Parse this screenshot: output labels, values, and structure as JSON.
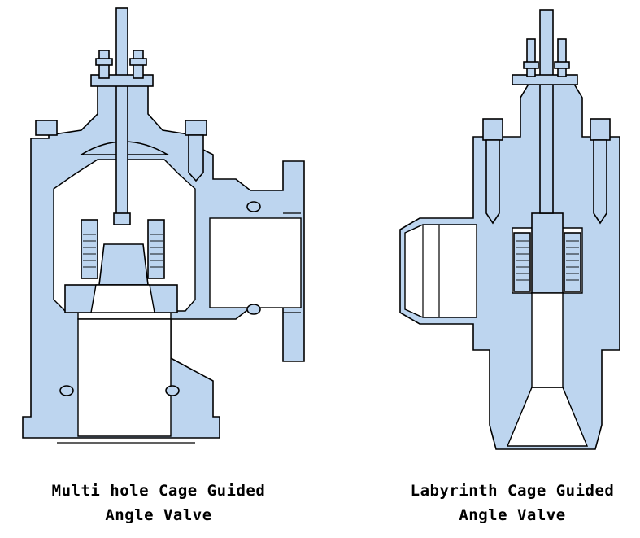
{
  "colors": {
    "body": "#bdd5ef",
    "outline": "#000000",
    "bore": "#ffffff"
  },
  "valves": [
    {
      "caption_line1": "Multi hole Cage Guided",
      "caption_line2": "Angle Valve"
    },
    {
      "caption_line1": "Labyrinth Cage Guided",
      "caption_line2": "Angle Valve"
    }
  ]
}
